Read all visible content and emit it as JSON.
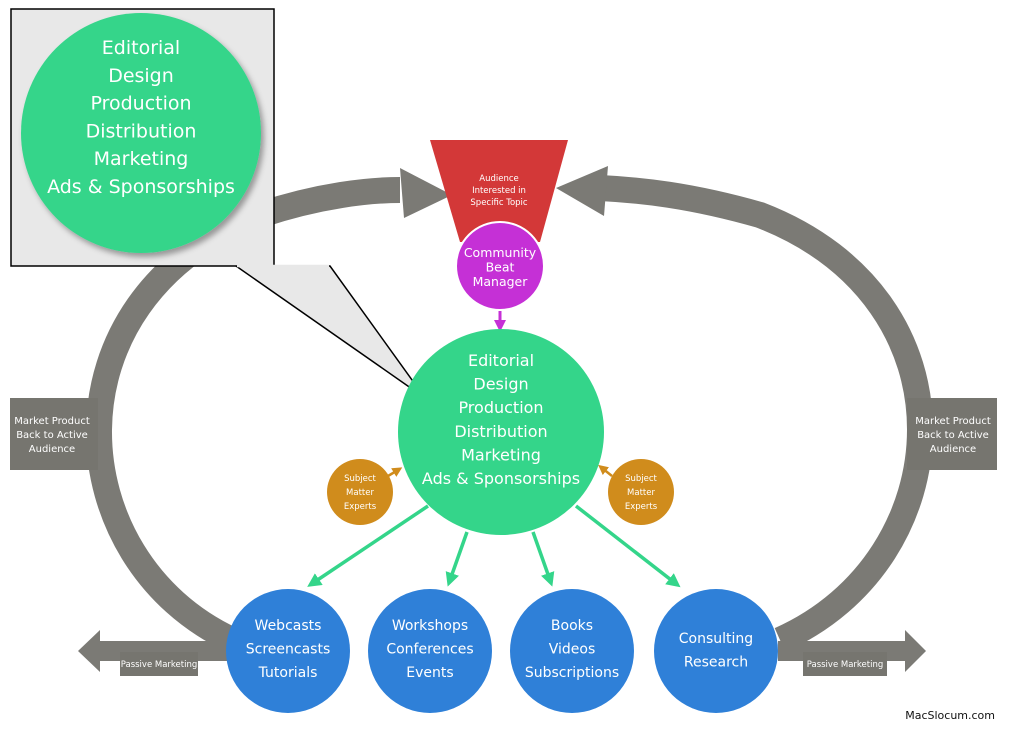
{
  "funnel": {
    "lines": [
      "Audience",
      "Interested in",
      "Specific Topic"
    ],
    "color": "#d33838"
  },
  "community": {
    "lines": [
      "Community",
      "Beat",
      "Manager"
    ],
    "color": "#c530d6"
  },
  "core": {
    "lines": [
      "Editorial",
      "Design",
      "Production",
      "Distribution",
      "Marketing",
      "Ads & Sponsorships"
    ],
    "color": "#34d58a"
  },
  "callout": {
    "lines": [
      "Editorial",
      "Design",
      "Production",
      "Distribution",
      "Marketing",
      "Ads & Sponsorships"
    ]
  },
  "experts": {
    "left": [
      "Subject",
      "Matter",
      "Experts"
    ],
    "right": [
      "Subject",
      "Matter",
      "Experts"
    ],
    "color": "#d08c1c"
  },
  "products": [
    {
      "lines": [
        "Webcasts",
        "Screencasts",
        "Tutorials"
      ]
    },
    {
      "lines": [
        "Workshops",
        "Conferences",
        "Events"
      ]
    },
    {
      "lines": [
        "Books",
        "Videos",
        "Subscriptions"
      ]
    },
    {
      "lines": [
        "Consulting",
        "Research"
      ]
    }
  ],
  "product_color": "#2f80d8",
  "side_labels": {
    "left": [
      "Market Product",
      "Back to Active",
      "Audience"
    ],
    "right": [
      "Market Product",
      "Back to Active",
      "Audience"
    ]
  },
  "passive": {
    "left": "Passive Marketing",
    "right": "Passive Marketing"
  },
  "watermark": "MacSlocum.com",
  "colors": {
    "loop": "#7b7a75",
    "label_box": "#76756f",
    "link_green": "#34d58a",
    "callout_bg": "#e8e8e8"
  }
}
